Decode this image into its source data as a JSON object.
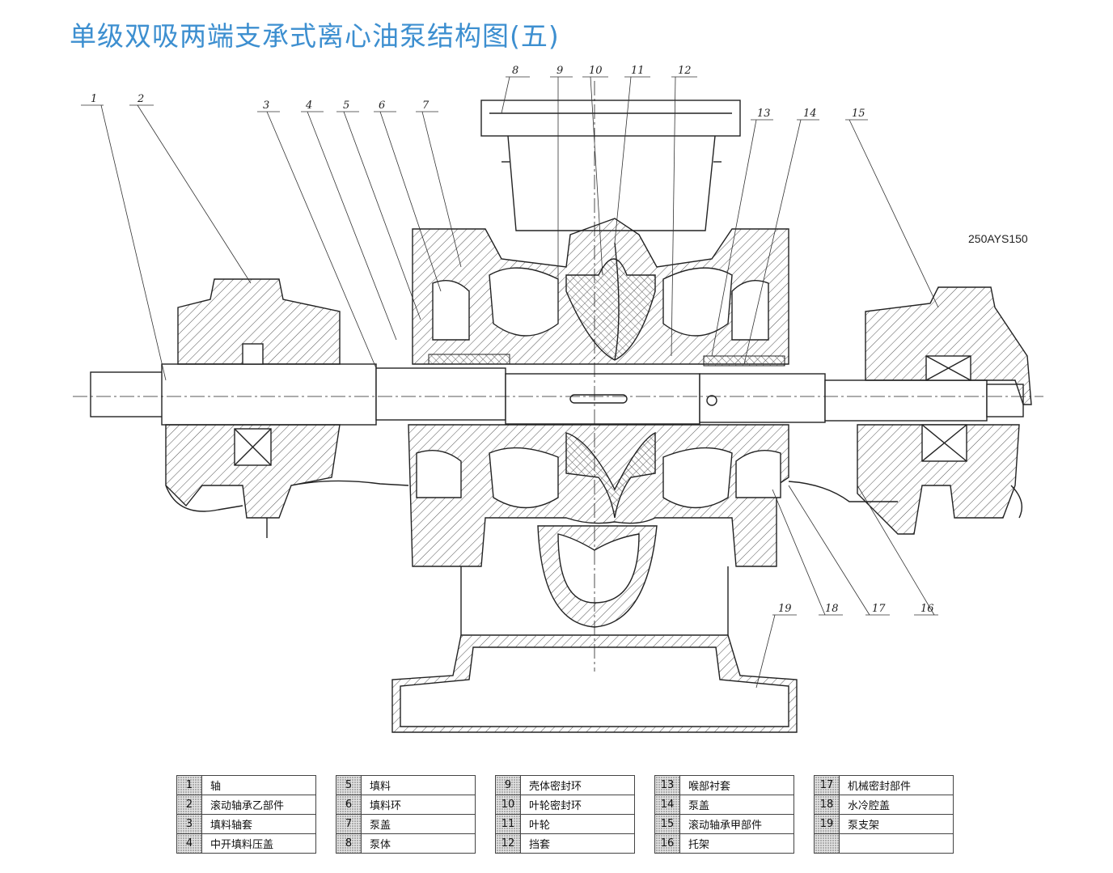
{
  "title": "单级双吸两端支承式离心油泵结构图(五)",
  "model": "250AYS150",
  "callouts_top": [
    "1",
    "2",
    "3",
    "4",
    "5",
    "6",
    "7",
    "8",
    "9",
    "10",
    "11",
    "12",
    "13",
    "14",
    "15"
  ],
  "callouts_bottom": [
    "16",
    "17",
    "18",
    "19"
  ],
  "parts": [
    [
      {
        "num": "1",
        "name": "轴"
      },
      {
        "num": "5",
        "name": "填料"
      },
      {
        "num": "9",
        "name": "壳体密封环"
      },
      {
        "num": "13",
        "name": "喉部衬套"
      },
      {
        "num": "17",
        "name": "机械密封部件"
      }
    ],
    [
      {
        "num": "2",
        "name": "滚动轴承乙部件"
      },
      {
        "num": "6",
        "name": "填料环"
      },
      {
        "num": "10",
        "name": "叶轮密封环"
      },
      {
        "num": "14",
        "name": "泵盖"
      },
      {
        "num": "18",
        "name": "水冷腔盖"
      }
    ],
    [
      {
        "num": "3",
        "name": "填料轴套"
      },
      {
        "num": "7",
        "name": "泵盖"
      },
      {
        "num": "11",
        "name": "叶轮"
      },
      {
        "num": "15",
        "name": "滚动轴承甲部件"
      },
      {
        "num": "19",
        "name": "泵支架"
      }
    ],
    [
      {
        "num": "4",
        "name": "中开填料压盖"
      },
      {
        "num": "8",
        "name": "泵体"
      },
      {
        "num": "12",
        "name": "挡套"
      },
      {
        "num": "16",
        "name": "托架"
      },
      {
        "num": "",
        "name": ""
      }
    ]
  ]
}
